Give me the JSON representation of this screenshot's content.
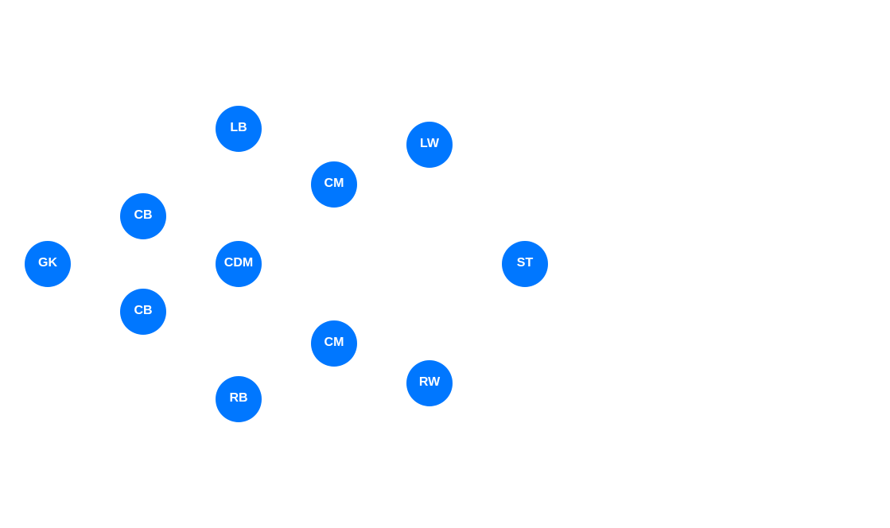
{
  "formation": {
    "players": [
      {
        "id": "gk",
        "label": "GK"
      },
      {
        "id": "cb-left",
        "label": "CB"
      },
      {
        "id": "cb-right",
        "label": "CB"
      },
      {
        "id": "lb",
        "label": "LB"
      },
      {
        "id": "cdm",
        "label": "CDM"
      },
      {
        "id": "rb",
        "label": "RB"
      },
      {
        "id": "cm-left",
        "label": "CM"
      },
      {
        "id": "cm-right",
        "label": "CM"
      },
      {
        "id": "lw",
        "label": "LW"
      },
      {
        "id": "rw",
        "label": "RW"
      },
      {
        "id": "st",
        "label": "ST"
      }
    ]
  },
  "colors": {
    "player_fill": "#0077ff",
    "player_text": "#ffffff",
    "background": "#ffffff"
  }
}
